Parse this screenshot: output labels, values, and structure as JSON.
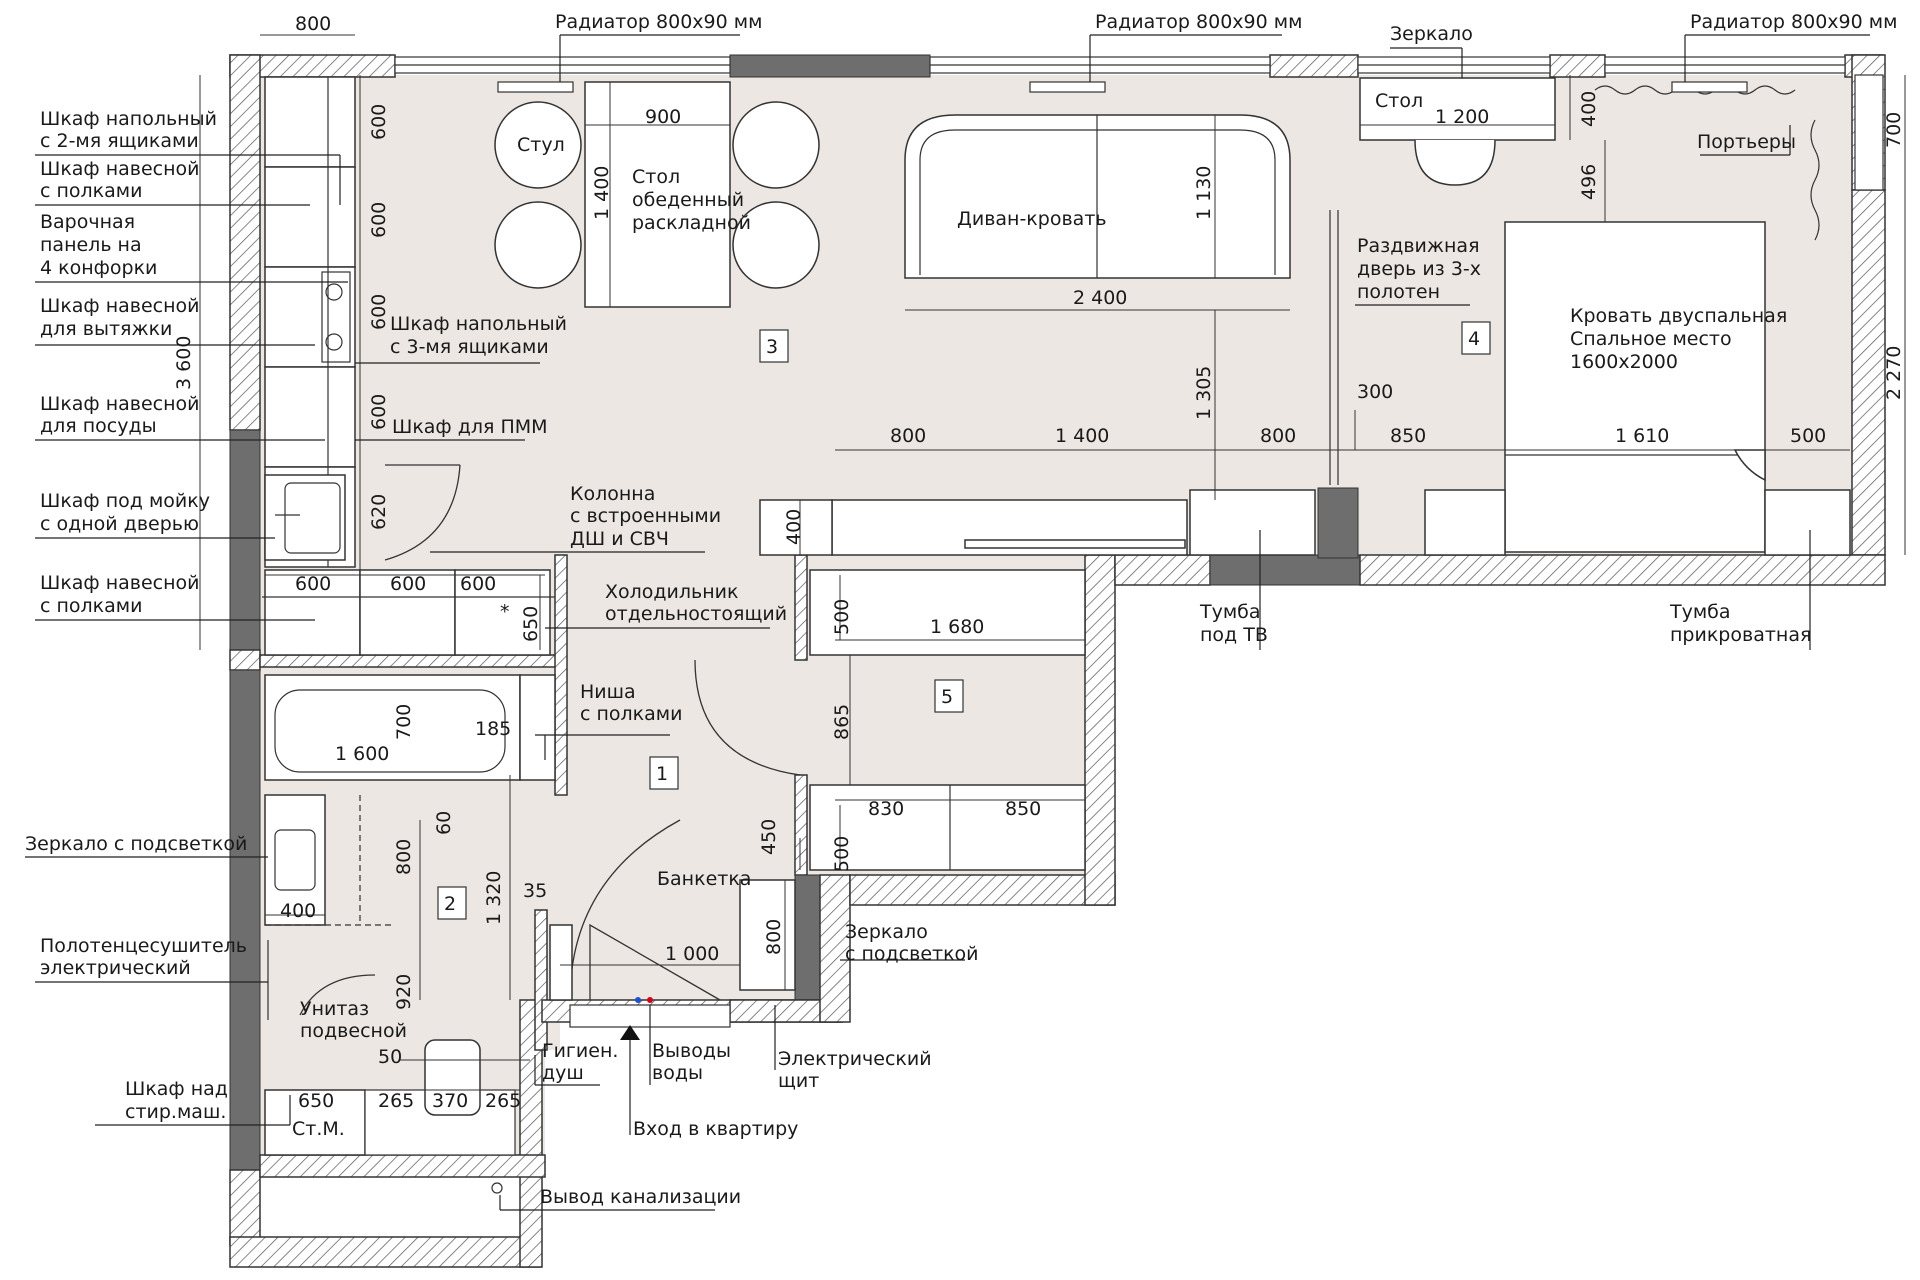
{
  "rooms": {
    "r1": "1",
    "r2": "2",
    "r3": "3",
    "r4": "4",
    "r5": "5"
  },
  "left_labels": {
    "l1a": "Шкаф напольный",
    "l1b": "с 2-мя ящиками",
    "l2a": "Шкаф навесной",
    "l2b": "с полками",
    "l3a": "Варочная",
    "l3b": "панель на",
    "l3c": "4 конфорки",
    "l4a": "Шкаф навесной",
    "l4b": "для вытяжки",
    "l5a": "Шкаф навесной",
    "l5b": "для посуды",
    "l6a": "Шкаф под мойку",
    "l6b": "с одной дверью",
    "l7a": "Шкаф навесной",
    "l7b": "с полками",
    "l8": "Зеркало с подсветкой",
    "l9a": "Полотенцесушитель",
    "l9b": "электрический",
    "l10a": "Шкаф над",
    "l10b": "стир.маш."
  },
  "top_labels": {
    "rad1": "Радиатор 800х90 мм",
    "rad2": "Радиатор 800х90 мм",
    "rad3": "Радиатор 800х90 мм",
    "mirror_top": "Зеркало"
  },
  "labels": {
    "chair": "Стул",
    "table_a": "Стол",
    "table_b": "обеденный",
    "table_c": "раскладной",
    "sofa": "Диван-кровать",
    "desk": "Стол",
    "curtains": "Портьеры",
    "sliding_a": "Раздвижная",
    "sliding_b": "дверь из 3-х",
    "sliding_c": "полотен",
    "bed_a": "Кровать двуспальная",
    "bed_b": "Спальное место",
    "bed_c": "1600х2000",
    "cab3a": "Шкаф напольный",
    "cab3b": "с 3-мя ящиками",
    "pmm": "Шкаф для ПММ",
    "col_a": "Колонна",
    "col_b": "с встроенными",
    "col_c": "ДШ и СВЧ",
    "fridge_a": "Холодильник",
    "fridge_b": "отдельностоящий",
    "niche_a": "Ниша",
    "niche_b": "с полками",
    "bench": "Банкетка",
    "mirror2a": "Зеркало",
    "mirror2b": "с подсветкой",
    "tv_a": "Тумба",
    "tv_b": "под ТВ",
    "night_a": "Тумба",
    "night_b": "прикроватная",
    "hyg_a": "Гигиен.",
    "hyg_b": "душ",
    "water_a": "Выводы",
    "water_b": "воды",
    "elec_a": "Электрический",
    "elec_b": "щит",
    "entrance": "Вход в квартиру",
    "sewer": "Вывод канализации",
    "toilet_a": "Унитаз",
    "toilet_b": "подвесной",
    "washer": "Ст.М."
  },
  "dims": {
    "d800top": "800",
    "d600a": "600",
    "d600b": "600",
    "d600c": "600",
    "d600d": "600",
    "d620": "620",
    "d3600": "3 600",
    "d600e": "600",
    "d600f": "600",
    "d600g": "600",
    "d650": "650",
    "d900": "900",
    "d1400": "1 400",
    "d1130": "1 130",
    "d2400": "2 400",
    "d1200": "1 200",
    "d400a": "400",
    "d496": "496",
    "d700": "700",
    "d2270": "2 270",
    "d1305": "1 305",
    "d300": "300",
    "d800a": "800",
    "d1400b": "1 400",
    "d800b": "800",
    "d850": "850",
    "d1610": "1 610",
    "d500": "500",
    "d400b": "400",
    "d500w1": "500",
    "d1680": "1 680",
    "d865": "865",
    "d830": "830",
    "d850b": "850",
    "d450": "450",
    "d500w2": "500",
    "d700b": "700",
    "d185": "185",
    "d1600": "1 600",
    "d60": "60",
    "d800c": "800",
    "d1320": "1 320",
    "d400c": "400",
    "d35": "35",
    "d1000": "1 000",
    "d800d": "800",
    "d920": "920",
    "d50": "50",
    "d650b": "650",
    "d265a": "265",
    "d370": "370",
    "d265b": "265"
  },
  "colors": {
    "floor": "#ece7e2",
    "wall_solid": "#6e6e6e",
    "line": "#333333",
    "hot": "#d0021b",
    "cold": "#1f4fd1"
  }
}
